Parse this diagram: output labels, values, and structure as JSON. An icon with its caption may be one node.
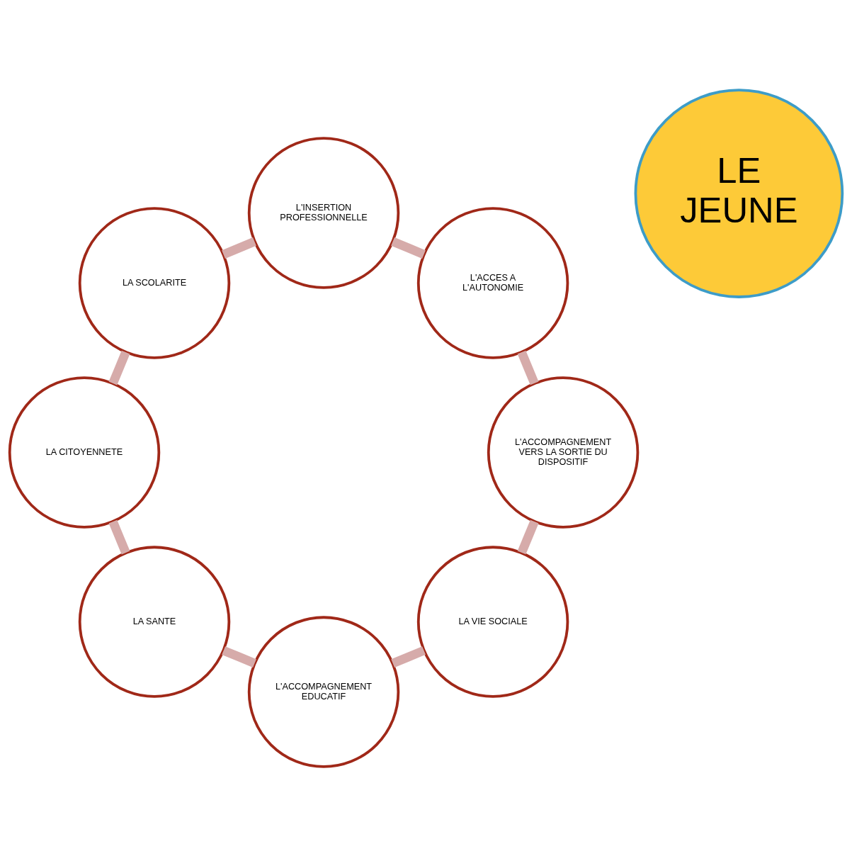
{
  "diagram": {
    "nodes": [
      {
        "text": [
          "LA VIE SOCIALE"
        ]
      },
      {
        "text": [
          "L'ACCOMPAGNEMENT VERS LA SORTIE DU DISPOSITIF"
        ]
      },
      {
        "text": [
          "L'ACCOMPAGNEMENT EDUCATIF"
        ]
      },
      {
        "text": [
          "L'ACCES A L'AUTONOMIE"
        ]
      },
      {
        "text": [
          "LE JEUNE"
        ]
      },
      {
        "text": [
          "LA SANTE"
        ]
      },
      {
        "text": [
          "L'INSERTION PROFESSIONNELLE"
        ]
      },
      {
        "text": [
          "LA CITOYENNETE"
        ]
      },
      {
        "text": [
          "LA SCOLARITE"
        ]
      }
    ],
    "edges": [
      {
        "from": 0,
        "to": 2,
        "arrow": "none"
      },
      {
        "from": 2,
        "to": 5,
        "arrow": "none"
      },
      {
        "from": 5,
        "to": 7,
        "arrow": "none"
      },
      {
        "from": 7,
        "to": 8,
        "arrow": "none"
      },
      {
        "from": 8,
        "to": 6,
        "arrow": "none"
      },
      {
        "from": 6,
        "to": 3,
        "arrow": "none"
      },
      {
        "from": 3,
        "to": 1,
        "arrow": "none"
      },
      {
        "from": 1,
        "to": 0,
        "arrow": "none"
      }
    ]
  }
}
